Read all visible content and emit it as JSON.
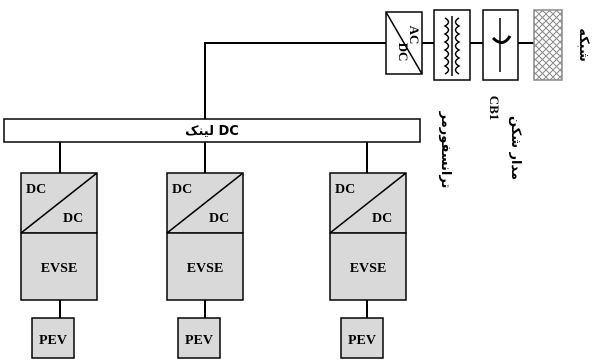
{
  "grid_label": "شبکه",
  "breaker": {
    "code": "CB1",
    "label": "مدار شکن"
  },
  "transformer_label": "ترانسفورمر",
  "converter": {
    "top": "AC",
    "bottom": "DC"
  },
  "dc_link_label": "لینک DC",
  "branches": [
    {
      "conv_top": "DC",
      "conv_bottom": "DC",
      "evse": "EVSE",
      "pev": "PEV"
    },
    {
      "conv_top": "DC",
      "conv_bottom": "DC",
      "evse": "EVSE",
      "pev": "PEV"
    },
    {
      "conv_top": "DC",
      "conv_bottom": "DC",
      "evse": "EVSE",
      "pev": "PEV"
    }
  ]
}
